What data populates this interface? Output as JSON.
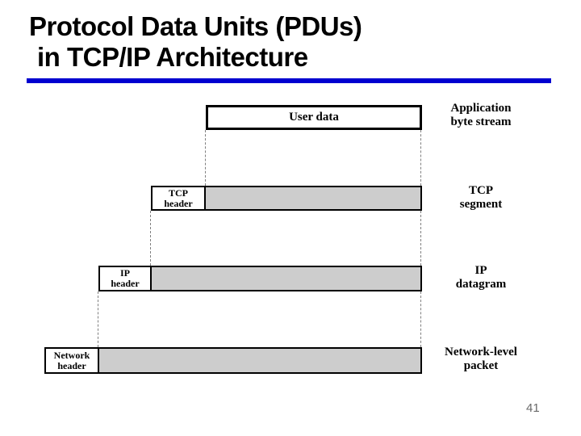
{
  "slide": {
    "title": {
      "line1": "Protocol Data Units (PDUs)",
      "line2": "in TCP/IP Architecture"
    },
    "page_number": "41",
    "accent_color": "#0000d0"
  },
  "diagram": {
    "data_fill_color": "#cdcdcd",
    "rows": [
      {
        "name": "application",
        "box_label": "User data",
        "right_label": {
          "line1": "Application",
          "line2": "byte stream"
        }
      },
      {
        "name": "tcp-segment",
        "header": {
          "line1": "TCP",
          "line2": "header"
        },
        "right_label": {
          "line1": "TCP",
          "line2": "segment"
        }
      },
      {
        "name": "ip-datagram",
        "header": {
          "line1": "IP",
          "line2": "header"
        },
        "right_label": {
          "line1": "IP",
          "line2": "datagram"
        }
      },
      {
        "name": "network-packet",
        "header": {
          "line1": "Network",
          "line2": "header"
        },
        "right_label": {
          "line1": "Network-level",
          "line2": "packet"
        }
      }
    ]
  }
}
